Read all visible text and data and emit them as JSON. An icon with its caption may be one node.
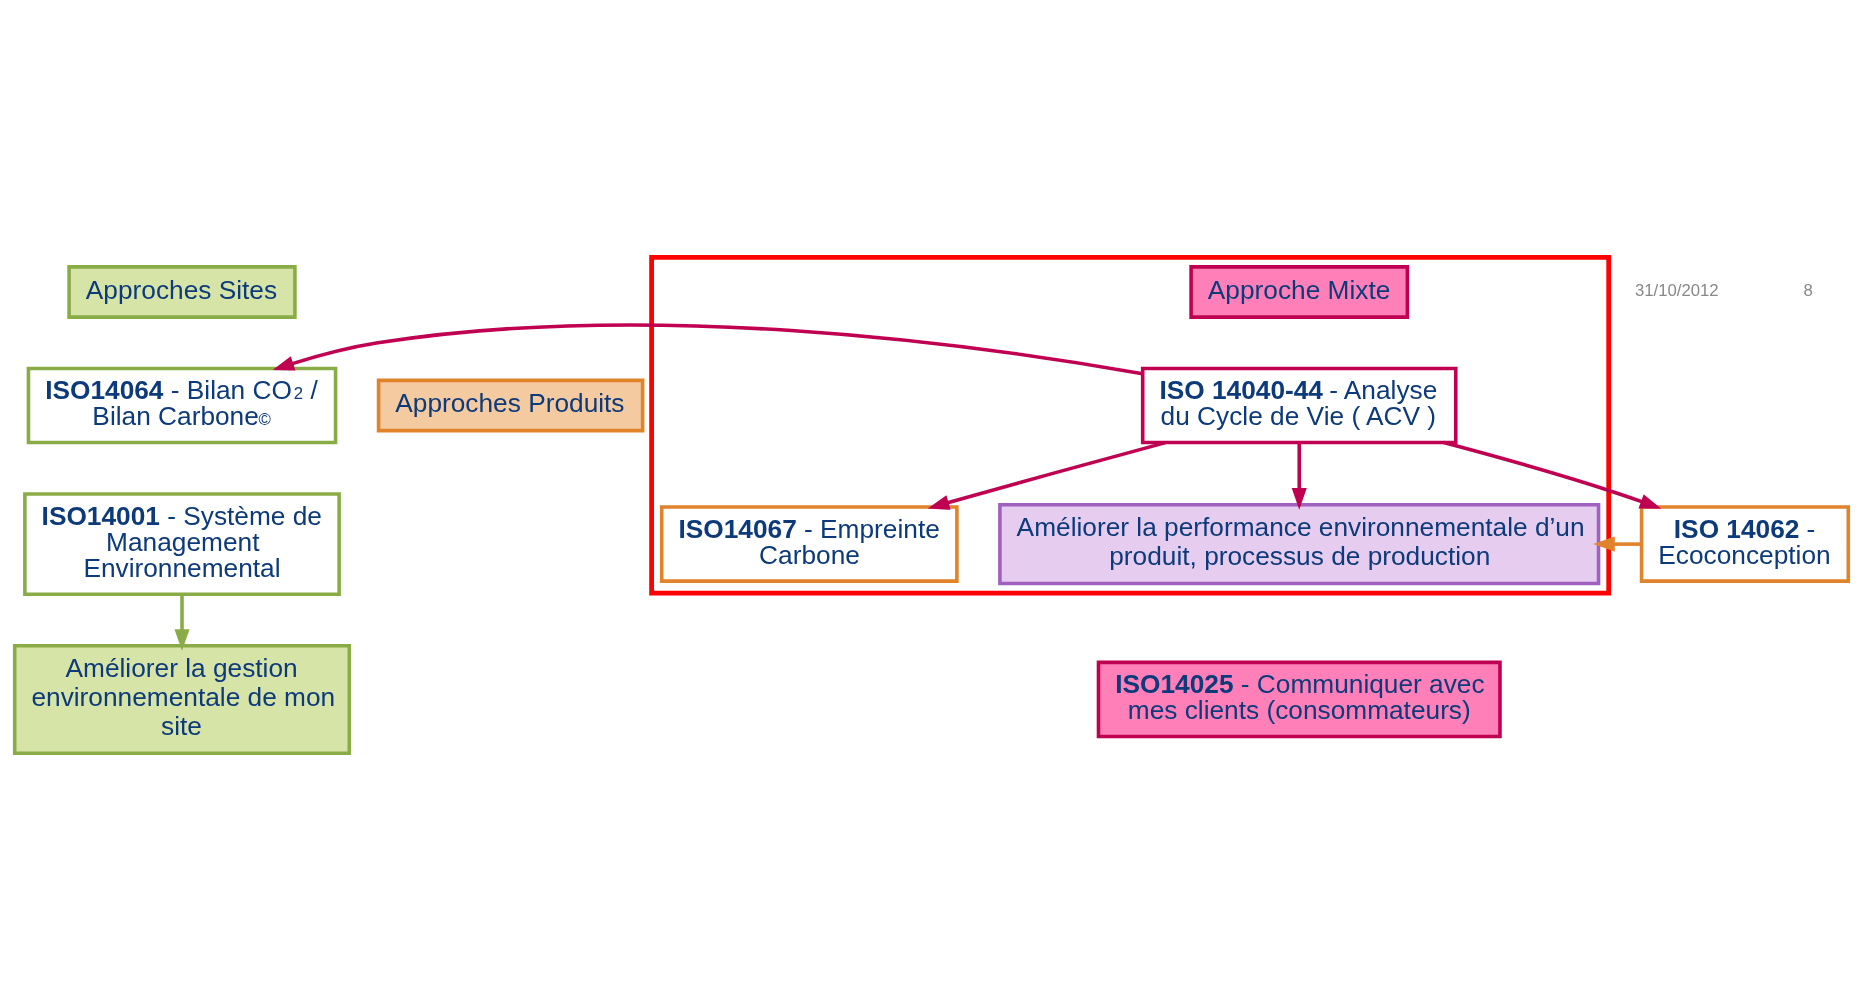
{
  "diagram": {
    "nodes": [
      {
        "text": [
          "Approches Sites"
        ]
      },
      {
        "text": [
          "**ISO14064** - Bilan CO$_{2}$ / Bilan Carbone$^{©}$"
        ]
      },
      {
        "text": [
          "**ISO14001** - Système de Management Environnemental"
        ]
      },
      {
        "text": [
          "Améliorer la gestion environnementale de mon site"
        ]
      },
      {
        "text": [],
        "shape": "box"
      },
      {
        "text": [
          "Approche Mixte"
        ],
        "in": 4
      },
      {
        "text": [
          "**ISO 14040-44** - Analyse du Cycle de Vie ( ACV )"
        ],
        "in": 4
      },
      {
        "text": [
          "Améliorer la performance environnementale d’un produit, processus de production"
        ],
        "in": 4
      },
      {
        "text": [
          "Approches Produits"
        ]
      },
      {
        "text": [
          "**ISO14067** - Empreinte Carbone"
        ],
        "in": 4
      },
      {
        "text": [
          "**ISO 14062** - Ecoconception"
        ]
      },
      {
        "text": [
          "**ISO14025** - Communiquer avec mes clients (consommateurs)"
        ]
      }
    ],
    "edges": [
      {
        "from": 6,
        "to": 1,
        "arrow": "to"
      },
      {
        "from": 6,
        "to": 9,
        "arrow": "to"
      },
      {
        "from": 6,
        "to": 10,
        "arrow": "to"
      },
      {
        "from": 2,
        "to": 3,
        "arrow": "to",
        "color": "#8aac46"
      },
      {
        "from": 6,
        "to": 7,
        "arrow": "to"
      },
      {
        "from": 10,
        "to": 7,
        "arrow": "to",
        "color": "#e0832a"
      }
    ],
    "labels": [
      "31/10/2012",
      "8"
    ]
  }
}
